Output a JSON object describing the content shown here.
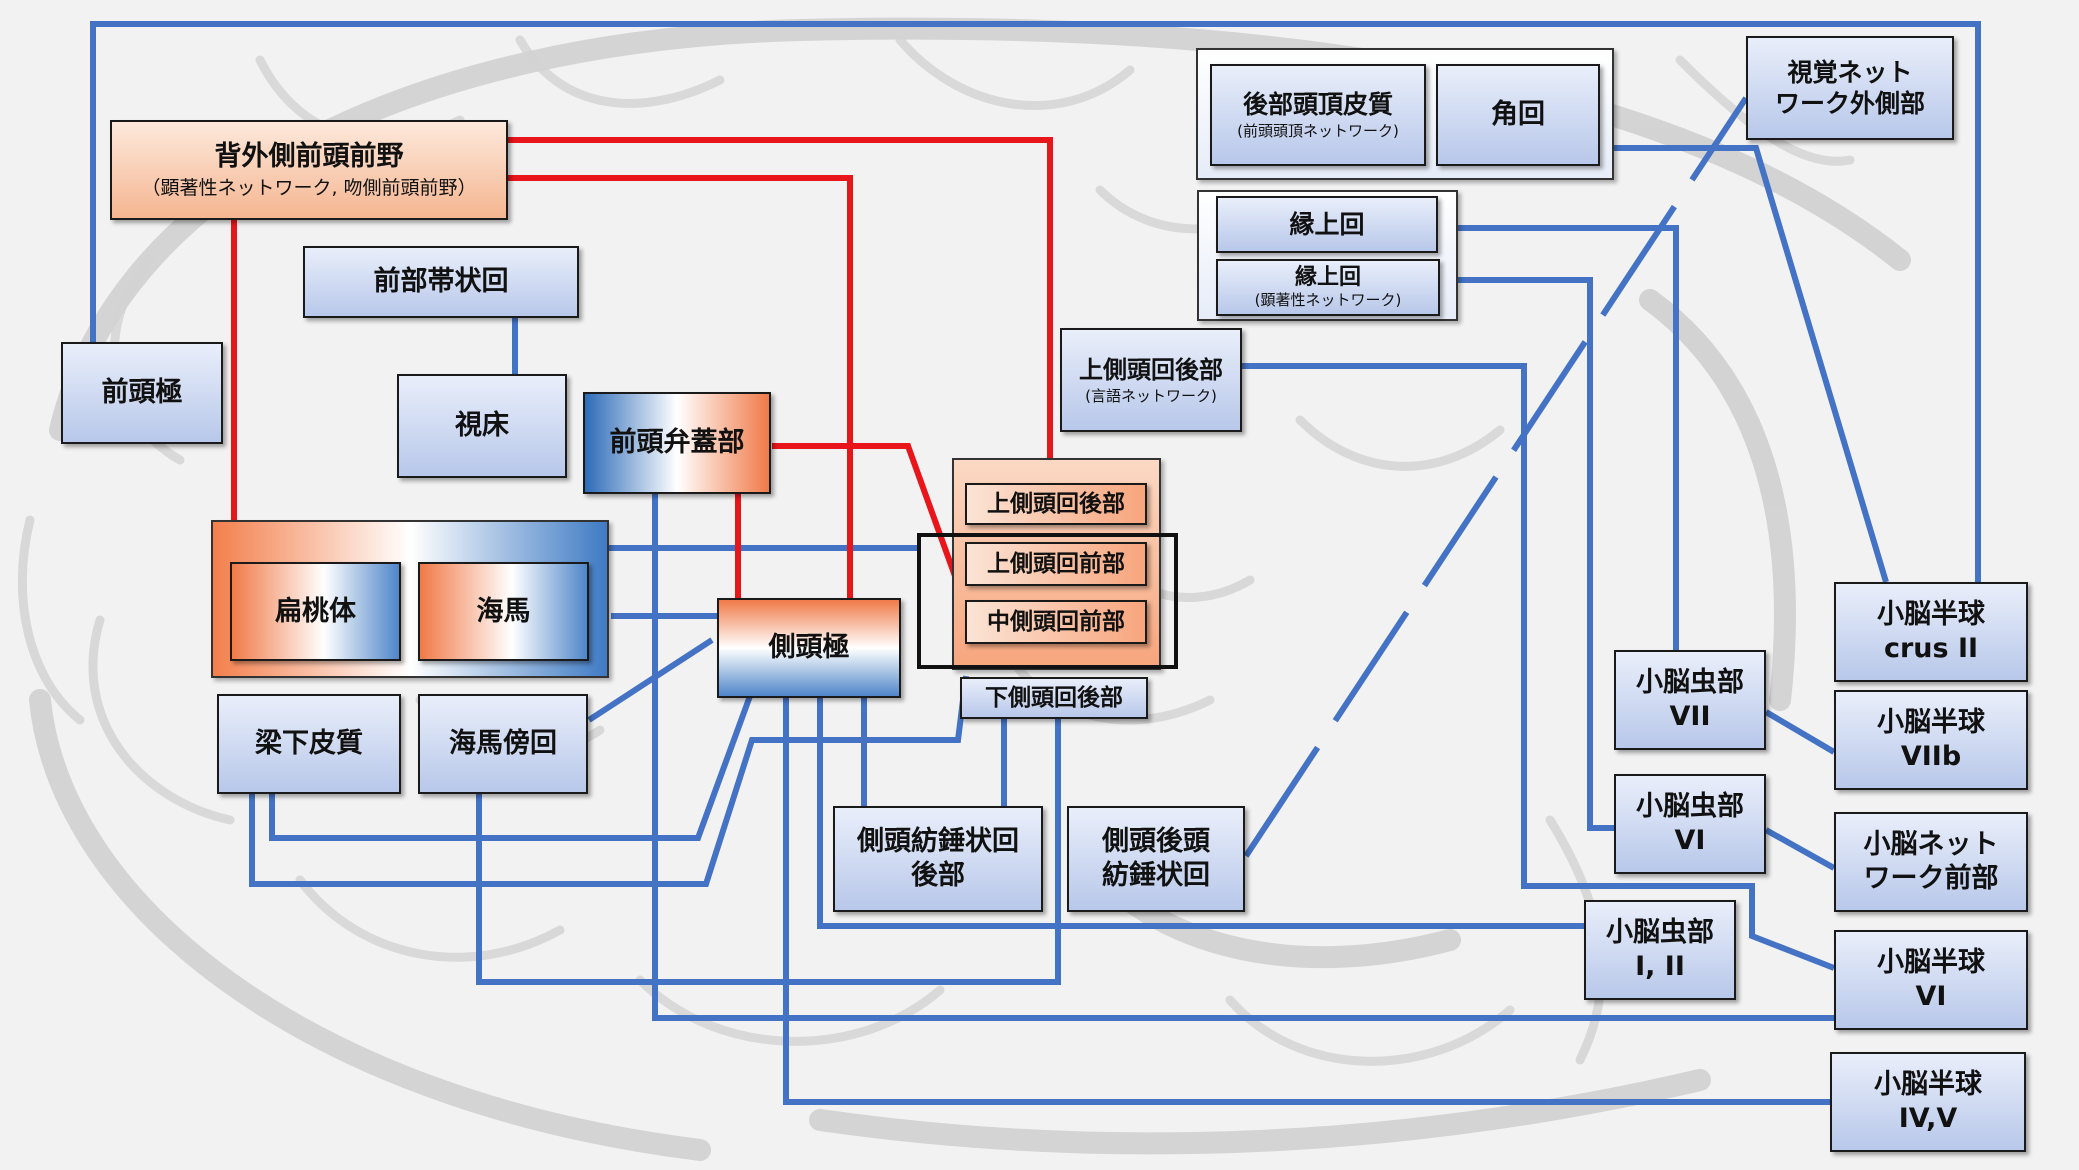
{
  "colors": {
    "blue_line": "#4472c4",
    "red_line": "#e8151b"
  },
  "nodes": {
    "dlpfc": {
      "label": "背外側前頭前野",
      "sub": "（顕著性ネットワーク, 吻側前頭前野）"
    },
    "acc": {
      "label": "前部帯状回"
    },
    "frontal_pole": {
      "label": "前頭極"
    },
    "thalamus": {
      "label": "視床"
    },
    "frontal_operculum": {
      "label": "前頭弁蓋部"
    },
    "amygdala": {
      "label": "扁桃体"
    },
    "hippocampus": {
      "label": "海馬"
    },
    "subcallosal": {
      "label": "梁下皮質"
    },
    "parahippocampal": {
      "label": "海馬傍回"
    },
    "temporal_pole": {
      "label": "側頭極"
    },
    "stg_post_top": {
      "label": "上側頭回後部"
    },
    "stg_ant": {
      "label": "上側頭回前部"
    },
    "mtg_ant": {
      "label": "中側頭回前部"
    },
    "itg_post": {
      "label": "下側頭回後部"
    },
    "fusiform_post": {
      "label": "側頭紡錘状回\n後部"
    },
    "temporooccipital_fusiform": {
      "label": "側頭後頭\n紡錘状回"
    },
    "stg_post_lang": {
      "label": "上側頭回後部",
      "sub": "(言語ネットワーク)"
    },
    "posterior_parietal": {
      "label": "後部頭頂皮質",
      "sub": "(前頭頭頂ネットワーク)"
    },
    "angular": {
      "label": "角回"
    },
    "supramarginal1": {
      "label": "縁上回"
    },
    "supramarginal2": {
      "label": "縁上回",
      "sub": "(顕著性ネットワーク)"
    },
    "visual_lateral": {
      "label": "視覚ネット\nワーク外側部"
    },
    "crus2": {
      "label": "小脳半球\ncrus II"
    },
    "vermis7": {
      "label": "小脳虫部\nVII"
    },
    "hemi7b": {
      "label": "小脳半球\nVIIb"
    },
    "vermis6": {
      "label": "小脳虫部\nVI"
    },
    "cereb_ant": {
      "label": "小脳ネット\nワーク前部"
    },
    "vermis12": {
      "label": "小脳虫部\nI, II"
    },
    "hemi6": {
      "label": "小脳半球\nVI"
    },
    "hemi45": {
      "label": "小脳半球\nIV,V"
    }
  }
}
